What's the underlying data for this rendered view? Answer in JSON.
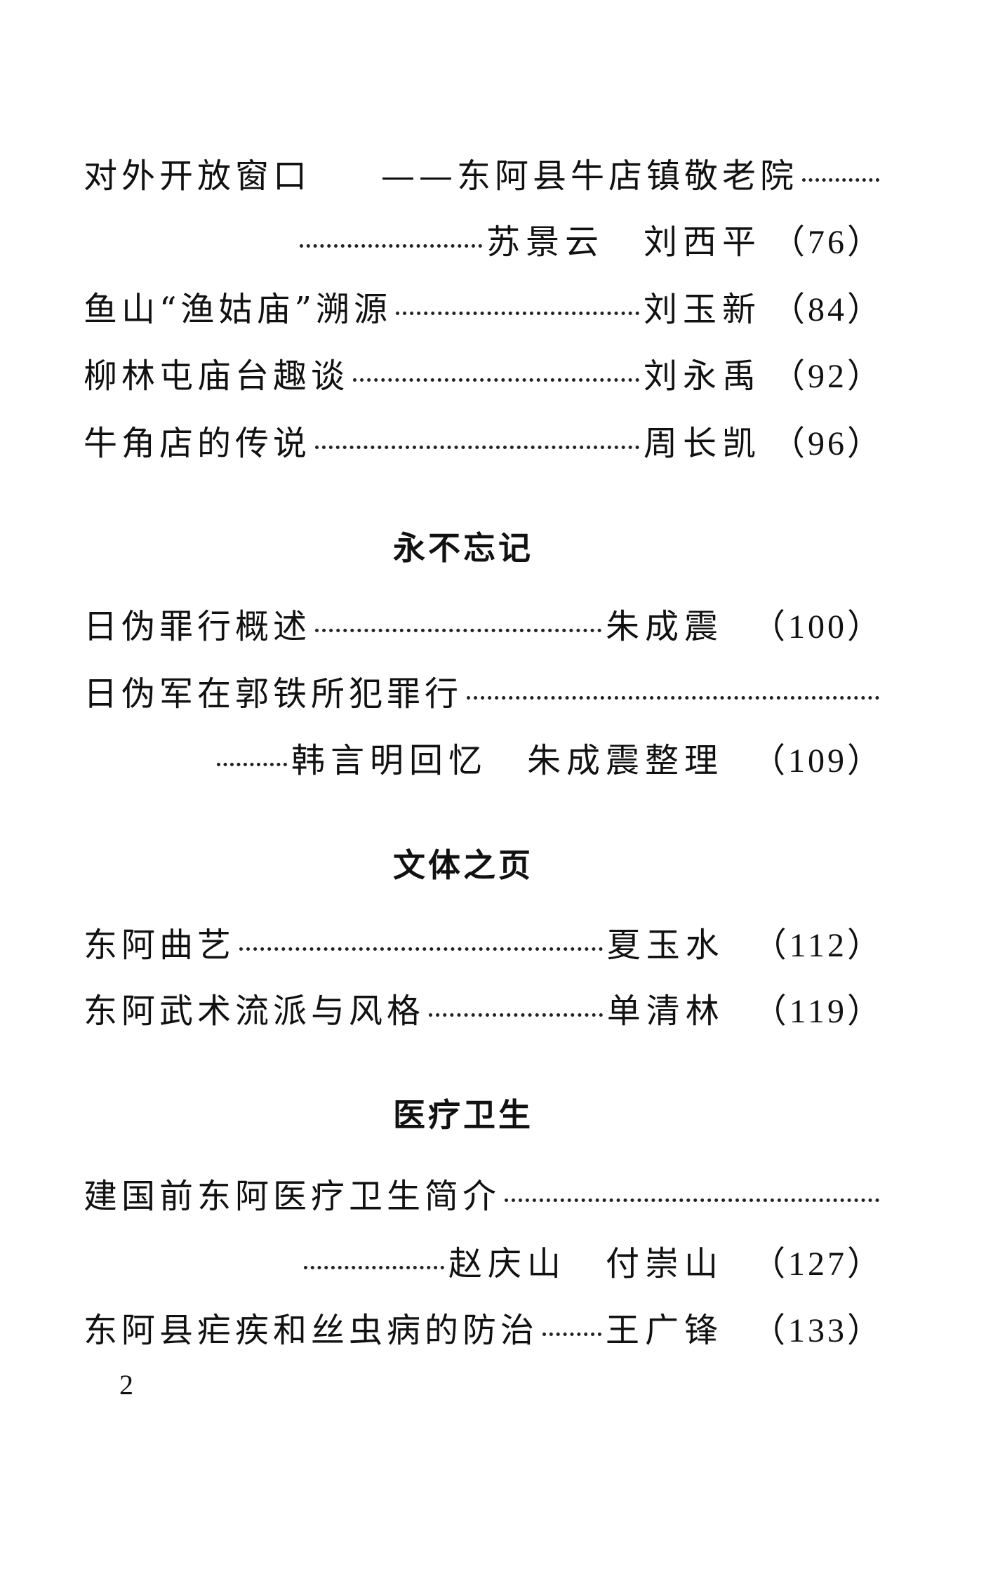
{
  "entries": [
    {
      "title": "对外开放窗口",
      "subtitle": "——东阿县牛店镇敬老院",
      "author": "苏景云　刘西平",
      "page": "（76）"
    },
    {
      "title": "鱼山“渔姑庙”溯源",
      "author": "刘玉新",
      "page": "（84）"
    },
    {
      "title": "柳林屯庙台趣谈",
      "author": "刘永禹",
      "page": "（92）"
    },
    {
      "title": "牛角店的传说",
      "author": "周长凯",
      "page": "（96）"
    }
  ],
  "sections": [
    {
      "heading": "永不忘记",
      "entries": [
        {
          "title": "日伪罪行概述",
          "author": "朱成震",
          "page": "（100）"
        },
        {
          "title": "日伪军在郭铁所犯罪行",
          "author": "韩言明回忆　朱成震整理",
          "page": "（109）"
        }
      ]
    },
    {
      "heading": "文体之页",
      "entries": [
        {
          "title": "东阿曲艺",
          "author": "夏玉水",
          "page": "（112）"
        },
        {
          "title": "东阿武术流派与风格",
          "author": "单清林",
          "page": "（119）"
        }
      ]
    },
    {
      "heading": "医疗卫生",
      "entries": [
        {
          "title": "建国前东阿医疗卫生简介",
          "author": "赵庆山　付崇山",
          "page": "（127）"
        },
        {
          "title": "东阿县疟疾和丝虫病的防治",
          "author": "王广锋",
          "page": "（133）"
        }
      ]
    }
  ],
  "page_number": "2"
}
